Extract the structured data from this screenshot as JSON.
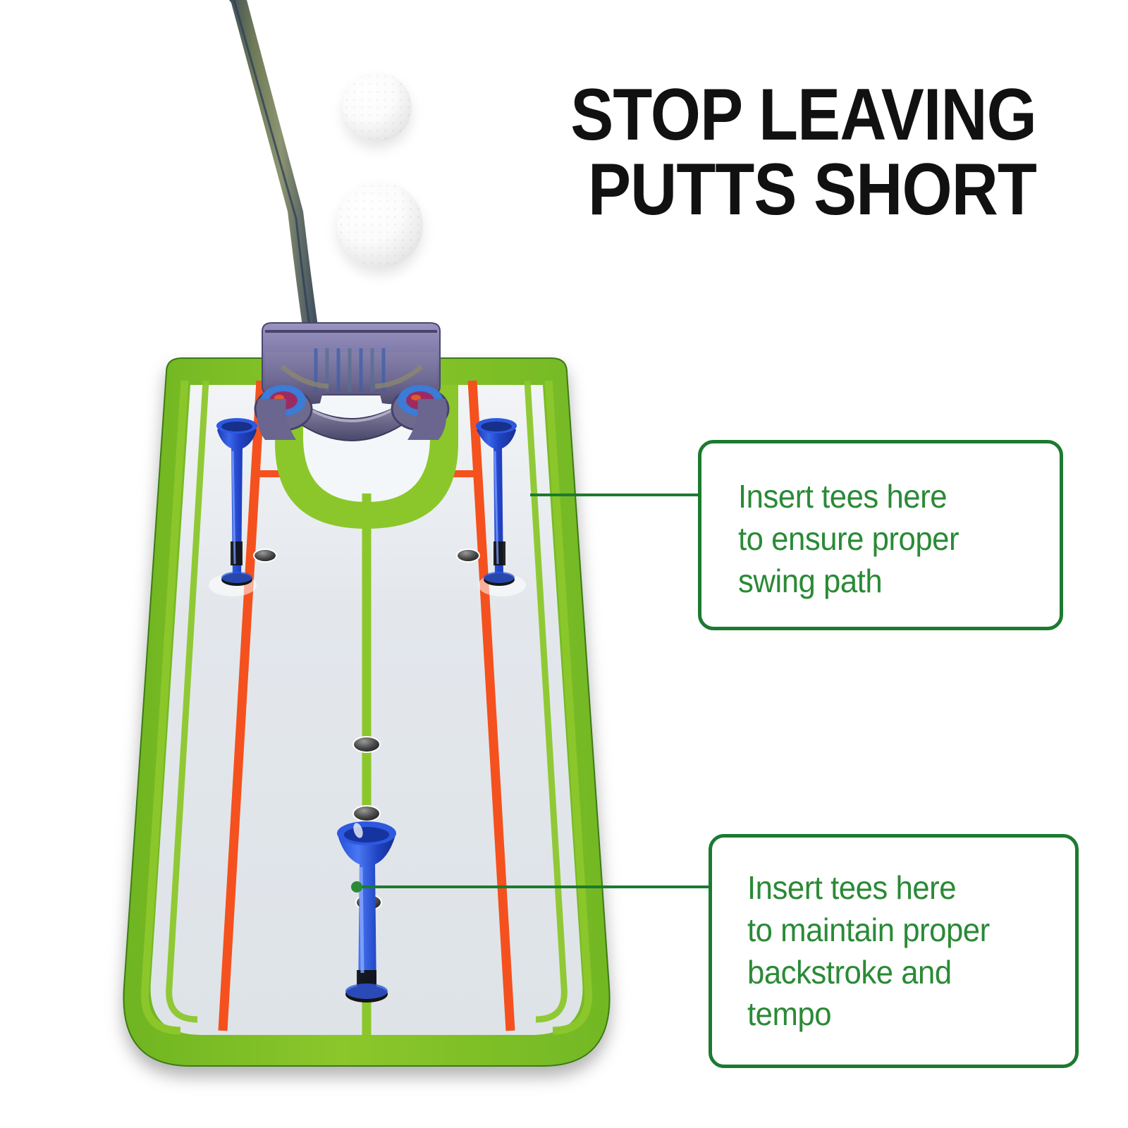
{
  "headline": {
    "line1": "STOP LEAVING",
    "line2": "PUTTS SHORT",
    "color": "#111111"
  },
  "callouts": [
    {
      "id": "swing-path",
      "line1": "Insert tees here",
      "line2": "to ensure proper",
      "line3": "swing path",
      "border_color": "#1C7A30",
      "text_color": "#2A8A36"
    },
    {
      "id": "backstroke-tempo",
      "line1": "Insert tees here",
      "line2": "to maintain proper",
      "line3": "backstroke and",
      "line4": "tempo",
      "border_color": "#1C7A30",
      "text_color": "#2A8A36"
    }
  ],
  "product": {
    "name": "putting-alignment-mirror-mat",
    "mat_border_color": "#7CC42A",
    "mat_surface_color": "#E2E6EA",
    "alignment_line_color": "#F4511E",
    "center_line_color": "#7CC42A",
    "tee_color": "#2A4FD8",
    "putter_body_color": "#8C86B0",
    "ball_color": "#FFFFFF",
    "tee_count": 3,
    "hole_count": 7,
    "ball_count": 2
  },
  "icons": {
    "golf-ball": "golf-ball-icon",
    "golf-tee": "golf-tee-icon",
    "putter": "putter-icon",
    "mat": "putting-mat-icon"
  }
}
